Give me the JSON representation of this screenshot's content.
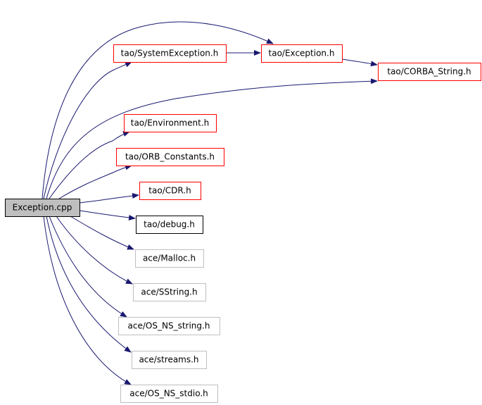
{
  "root": {
    "label": "Exception.cpp",
    "fill": "#bfbfbf",
    "border": "#000000"
  },
  "nodes": [
    {
      "id": "sysexc",
      "label": "tao/SystemException.h",
      "border": "#ff0000"
    },
    {
      "id": "exc",
      "label": "tao/Exception.h",
      "border": "#ff0000"
    },
    {
      "id": "corba",
      "label": "tao/CORBA_String.h",
      "border": "#ff0000"
    },
    {
      "id": "env",
      "label": "tao/Environment.h",
      "border": "#ff0000"
    },
    {
      "id": "orb",
      "label": "tao/ORB_Constants.h",
      "border": "#ff0000"
    },
    {
      "id": "cdr",
      "label": "tao/CDR.h",
      "border": "#ff0000"
    },
    {
      "id": "debug",
      "label": "tao/debug.h",
      "border": "#000000"
    },
    {
      "id": "malloc",
      "label": "ace/Malloc.h",
      "border": "#bfbfbf"
    },
    {
      "id": "sstring",
      "label": "ace/SString.h",
      "border": "#bfbfbf"
    },
    {
      "id": "osstring",
      "label": "ace/OS_NS_string.h",
      "border": "#bfbfbf"
    },
    {
      "id": "streams",
      "label": "ace/streams.h",
      "border": "#bfbfbf"
    },
    {
      "id": "osstdio",
      "label": "ace/OS_NS_stdio.h",
      "border": "#bfbfbf"
    }
  ],
  "edge_color": "#191970"
}
